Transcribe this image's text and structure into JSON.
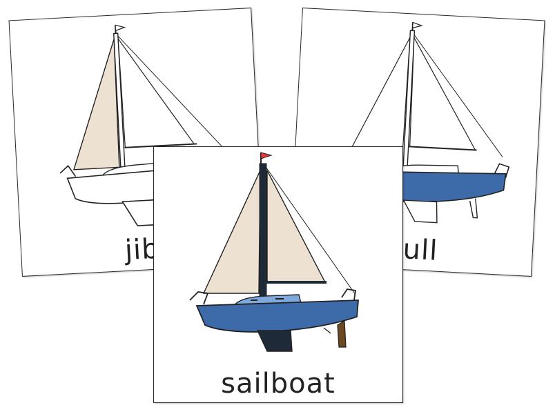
{
  "cards": [
    {
      "id": "jib",
      "label": "jib"
    },
    {
      "id": "hull",
      "label": "hull"
    },
    {
      "id": "sailboat",
      "label": "sailboat"
    }
  ],
  "colors": {
    "hull_blue": "#3d6aa8",
    "cabin_blue": "#7da9dc",
    "sail": "#ede2d2",
    "flag": "#e53935",
    "keel": "#1e2a38",
    "rudder": "#6b4a22",
    "line": "#222222"
  }
}
